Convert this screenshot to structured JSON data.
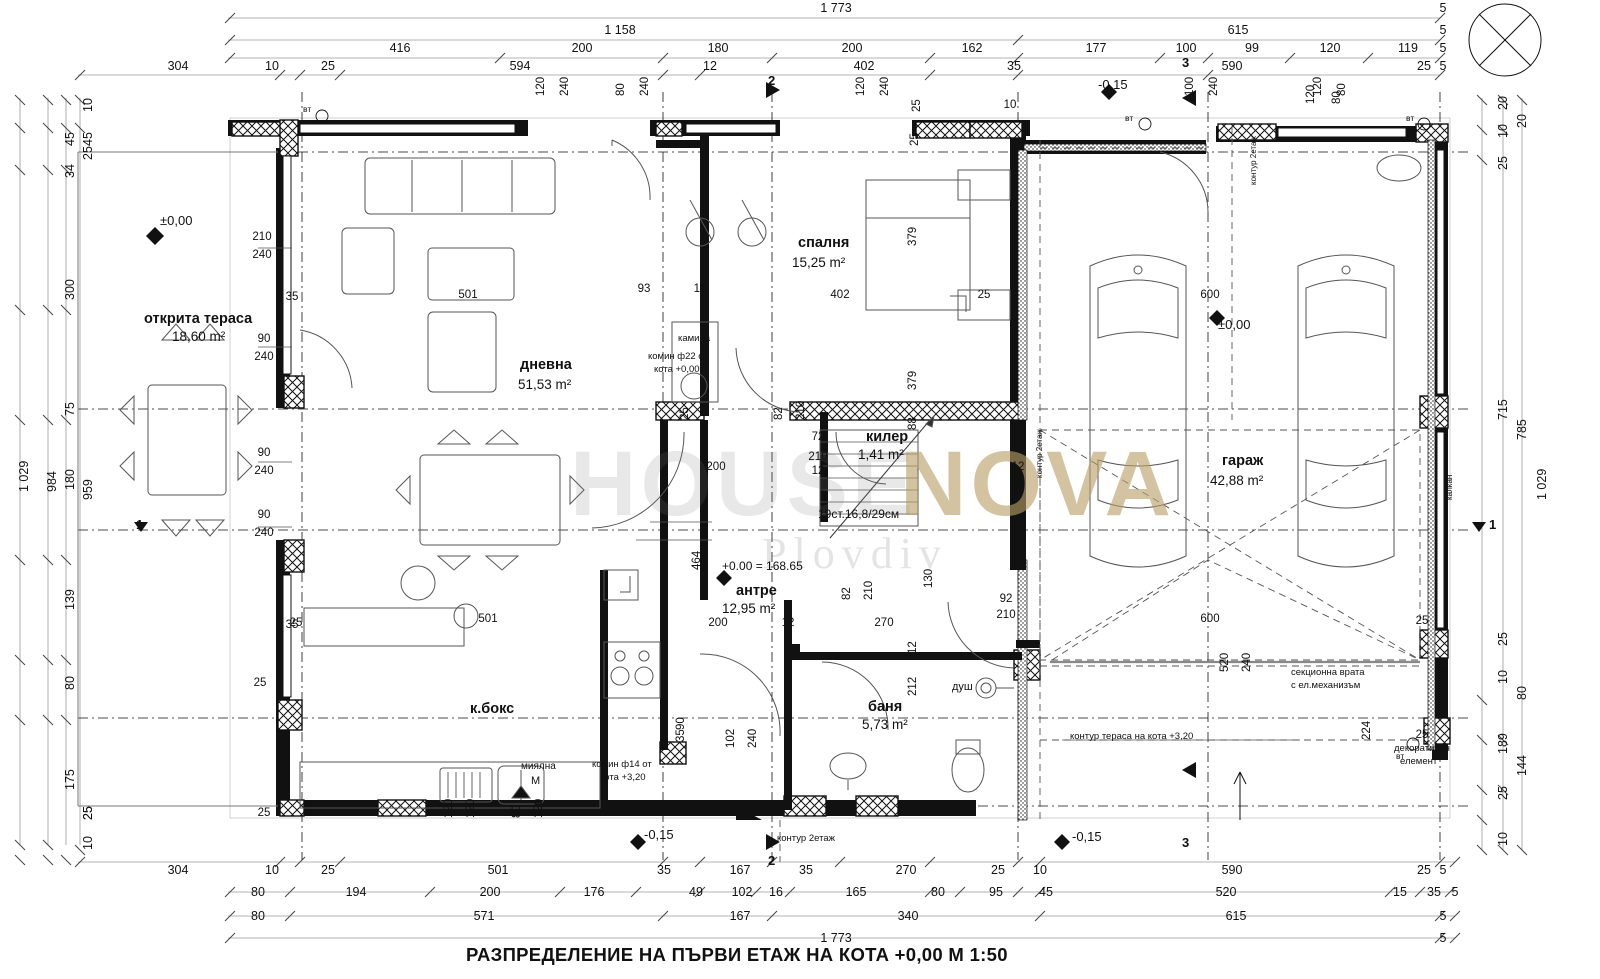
{
  "title": "РАЗПРЕДЕЛЕНИЕ НА ПЪРВИ ЕТАЖ НА КОТА +0,00    М 1:50",
  "watermark": {
    "line1": "HOUSE",
    "line2": "NOVA",
    "line3": "Plovdiv"
  },
  "rooms": [
    {
      "name": "открита тераса",
      "area": "18,60 m²"
    },
    {
      "name": "дневна",
      "area": "51,53 m²"
    },
    {
      "name": "спалня",
      "area": "15,25 m²"
    },
    {
      "name": "килер",
      "area": "1,41 m²"
    },
    {
      "name": "антре",
      "area": "12,95 m²"
    },
    {
      "name": "баня",
      "area": "5,73 m²"
    },
    {
      "name": "гараж",
      "area": "42,88 m²"
    },
    {
      "name": "к.бокс",
      "area": ""
    }
  ],
  "annotations": {
    "fireplace": "камина",
    "chimney22": "комин ф22 от кота +0,00",
    "chimney14": "комин ф14 от кота +3,20",
    "stairs": "19ст.16,8/29см",
    "datum": "+0.00 = 168.65",
    "shower": "душ",
    "dishwasher": "миялна",
    "dishwasher_mark": "М",
    "sectional_door": "секционна врата с ел.механизъм",
    "terrace_contour": "контур тераса на кота +3,20",
    "decor": "декоративен елемент",
    "floor2_contour_a": "контур 2етаж",
    "floor2_contour_b": "контур 2етаж",
    "floor2_contour_c": "контур 2етаж",
    "gable": "калкан",
    "vt": "вт"
  },
  "levels": {
    "zero_a": "±0,00",
    "zero_b": "±0,00",
    "m015_a": "-0,15",
    "m015_b": "-0,15",
    "m015_c": "-0,15"
  },
  "section_marks": {
    "s1_left": "1",
    "s1_right": "1",
    "s2_top": "2",
    "s2_bottom": "2",
    "s3_top": "3",
    "s3_bottom": "3"
  },
  "dims": {
    "top_row1": [
      "1 773",
      "5"
    ],
    "top_row2": [
      "1 158",
      "615",
      "5"
    ],
    "top_row3": [
      "416",
      "200",
      "180",
      "200",
      "162",
      "177",
      "100",
      "99",
      "120",
      "119",
      "5"
    ],
    "top_row4": [
      "304",
      "10",
      "25",
      "594",
      "12",
      "402",
      "35",
      "590",
      "25",
      "5"
    ],
    "bottom_row1": [
      "304",
      "10",
      "25",
      "501",
      "35",
      "167",
      "35",
      "270",
      "25",
      "10",
      "590",
      "25",
      "5"
    ],
    "bottom_row2": [
      "80",
      "194",
      "200",
      "176",
      "49",
      "102",
      "16",
      "165",
      "80",
      "95",
      "45",
      "520",
      "15",
      "35",
      "5"
    ],
    "bottom_row3": [
      "80",
      "571",
      "167",
      "340",
      "615",
      "5"
    ],
    "bottom_row4": [
      "1 773",
      "5"
    ],
    "left_col1": [
      "1 029"
    ],
    "left_col2": [
      "984"
    ],
    "left_col3": [
      "45",
      "34",
      "300",
      "75",
      "180",
      "139",
      "80",
      "175"
    ],
    "left_col4": [
      "45",
      "959",
      "25"
    ],
    "left_col5": [
      "10",
      "25",
      "25",
      "10"
    ],
    "right_col1": [
      "20",
      "10",
      "25",
      "715",
      "25",
      "10",
      "189",
      "25",
      "10"
    ],
    "right_col2": [
      "20",
      "785",
      "80",
      "144"
    ],
    "right_col3": [
      "1 029"
    ]
  },
  "inner_dims": {
    "a": "210",
    "b": "240",
    "c": "90",
    "d": "240",
    "e": "90",
    "f": "240",
    "g": "90",
    "h": "240",
    "i": "35",
    "j": "25",
    "k": "120",
    "l": "240",
    "m": "80",
    "n": "240",
    "o": "120",
    "p": "240",
    "q": "25",
    "r": "100",
    "s": "240",
    "t": "120",
    "u": "80",
    "v": "501",
    "w": "501",
    "x": "600",
    "y": "600",
    "z": "379",
    "aa": "379",
    "ab": "93",
    "ac": "12",
    "ad": "402",
    "ae": "25",
    "af": "82",
    "ag": "210",
    "ah": "72",
    "ai": "210",
    "aj": "12",
    "ak": "88",
    "al": "200",
    "am": "25",
    "an": "464",
    "ao": "200",
    "ap": "12",
    "aq": "82",
    "ar": "210",
    "as": "270",
    "at": "130",
    "au": "92",
    "av": "210",
    "aw": "12",
    "ax": "212",
    "ay": "102",
    "az": "240",
    "ba": "90",
    "bb": "35",
    "bc": "120",
    "bd": "120",
    "be": "80",
    "bf": "120",
    "bg": "520",
    "bh": "240",
    "bi": "224",
    "bj": "25",
    "bk": "25",
    "bl": "120",
    "bm": "80",
    "bn": "25",
    "bo": "10",
    "bp": "12",
    "bq": "100",
    "br": "25",
    "bs": "25",
    "bt": "35",
    "bu": "25"
  }
}
